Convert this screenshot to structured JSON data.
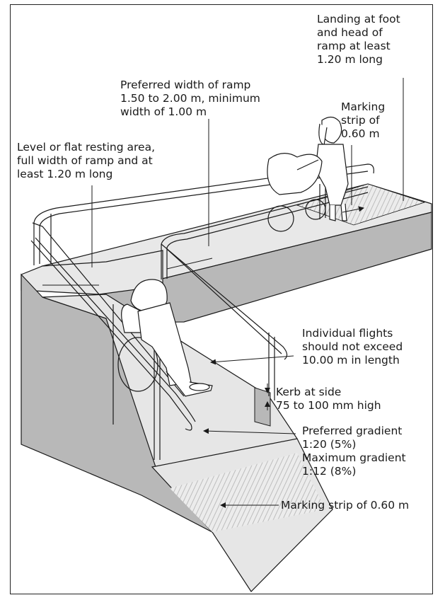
{
  "labels": {
    "landing": [
      "Landing at foot",
      "and head of",
      "ramp at least",
      "1.20 m long"
    ],
    "preferred_width": [
      "Preferred width of ramp",
      "1.50 to 2.00 m, minimum",
      "width of 1.00 m"
    ],
    "marking_top": [
      "Marking",
      "strip of",
      "0.60 m"
    ],
    "resting_area": [
      "Level or flat resting area,",
      "full width of ramp and at",
      "least 1.20 m long"
    ],
    "flights": [
      "Individual flights",
      "should  not exceed",
      "10.00 m in length"
    ],
    "kerb": [
      "Kerb at side",
      "75 to 100 mm high"
    ],
    "gradient": [
      "Preferred gradient",
      "1:20 (5%)",
      "Maximum gradient",
      "1:12 (8%)"
    ],
    "marking_bottom": [
      "Marking strip of 0.60 m"
    ]
  },
  "colors": {
    "line": "#1a1a1a",
    "ramp_surface": "#e6e6e6",
    "ramp_side": "#b5b5b5",
    "stripes": "#cfcfcf"
  }
}
